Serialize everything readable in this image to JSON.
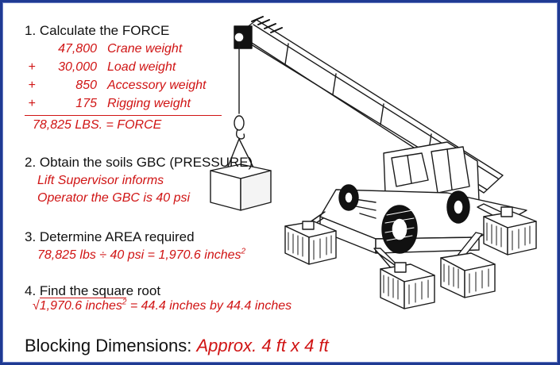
{
  "step1": {
    "title": "1. Calculate the FORCE",
    "rows": [
      {
        "op": "",
        "num": "47,800",
        "label": "Crane weight"
      },
      {
        "op": "+",
        "num": "30,000",
        "label": "Load weight"
      },
      {
        "op": "+",
        "num": "850",
        "label": "Accessory weight"
      },
      {
        "op": "+",
        "num": "175",
        "label": "Rigging weight"
      }
    ],
    "total": "78,825 LBS. = FORCE"
  },
  "step2": {
    "title": "2. Obtain the soils GBC (PRESSURE)",
    "line1": "Lift Supervisor informs",
    "line2": "Operator the GBC is 40 psi"
  },
  "step3": {
    "title": "3. Determine AREA required",
    "formula": "78,825 lbs ÷ 40 psi = 1,970.6 inches",
    "exponent": "2"
  },
  "step4": {
    "title": "4. Find the square root",
    "radical": "√",
    "radicand": "1,970.6 inches",
    "exponent": "2",
    "result": " = 44.4 inches by 44.4 inches"
  },
  "footer": {
    "label": "Blocking Dimensions: ",
    "answer": "Approx. 4 ft  x  4 ft"
  },
  "colors": {
    "frame": "#1f3a93",
    "accent": "#d01414",
    "text": "#111111"
  },
  "illustration": {
    "icon": "rough-terrain-crane-icon"
  }
}
